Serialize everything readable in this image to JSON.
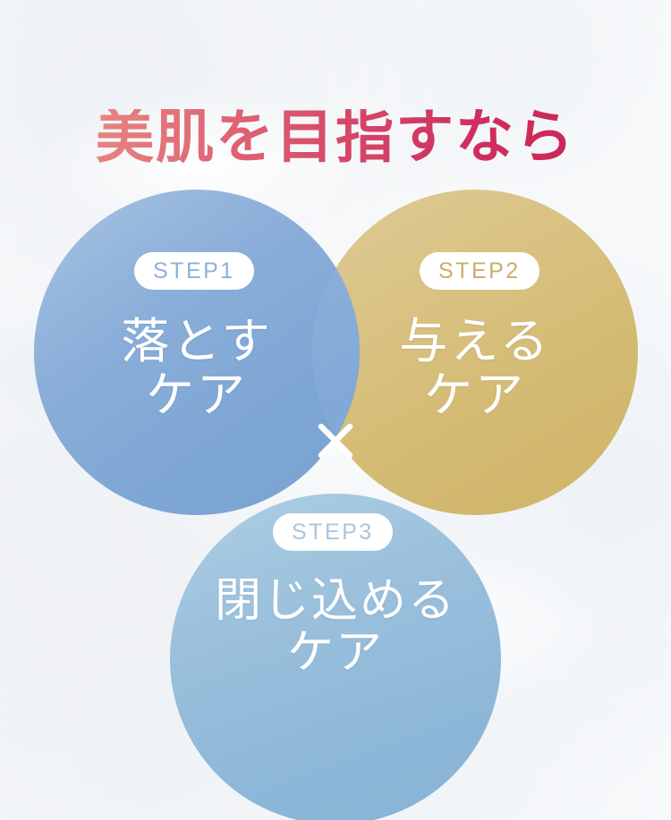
{
  "headline": {
    "text": "美肌を目指すなら",
    "gradient_from": "#eda08f",
    "gradient_to": "#c82154"
  },
  "separator": {
    "symbol": "×",
    "name": "multiply-cross",
    "color": "#ffffff"
  },
  "steps": [
    {
      "badge": "STEP1",
      "title": "落とす\nケア",
      "circle_color": "#7ea6d4",
      "badge_text_color": "#8fb0da"
    },
    {
      "badge": "STEP2",
      "title": "与える\nケア",
      "circle_color": "#d2b96f",
      "badge_text_color": "#c9ae6b"
    },
    {
      "badge": "STEP3",
      "title": "閉じ込める\nケア",
      "circle_color": "#85b2d5",
      "badge_text_color": "#a8c6e0"
    }
  ],
  "background": {
    "base_color": "#fbfcfd",
    "tint_color": "#eef1f5"
  }
}
